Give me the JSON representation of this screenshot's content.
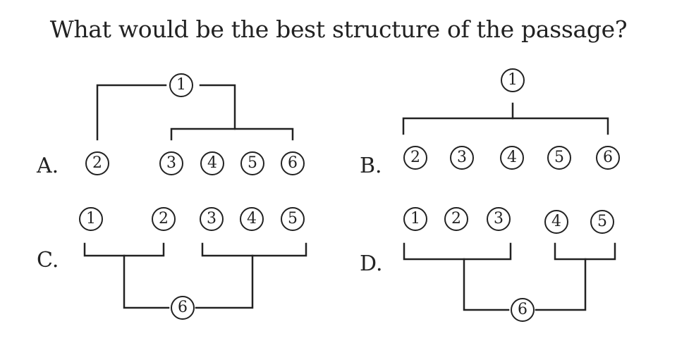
{
  "question": "What would be the best structure of the passage?",
  "options": {
    "A": {
      "label": "A.",
      "nodes": [
        "1",
        "2",
        "3",
        "4",
        "5",
        "6"
      ]
    },
    "B": {
      "label": "B.",
      "nodes": [
        "1",
        "2",
        "3",
        "4",
        "5",
        "6"
      ]
    },
    "C": {
      "label": "C.",
      "nodes": [
        "1",
        "2",
        "3",
        "4",
        "5",
        "6"
      ]
    },
    "D": {
      "label": "D.",
      "nodes": [
        "1",
        "2",
        "3",
        "4",
        "5",
        "6"
      ]
    }
  }
}
